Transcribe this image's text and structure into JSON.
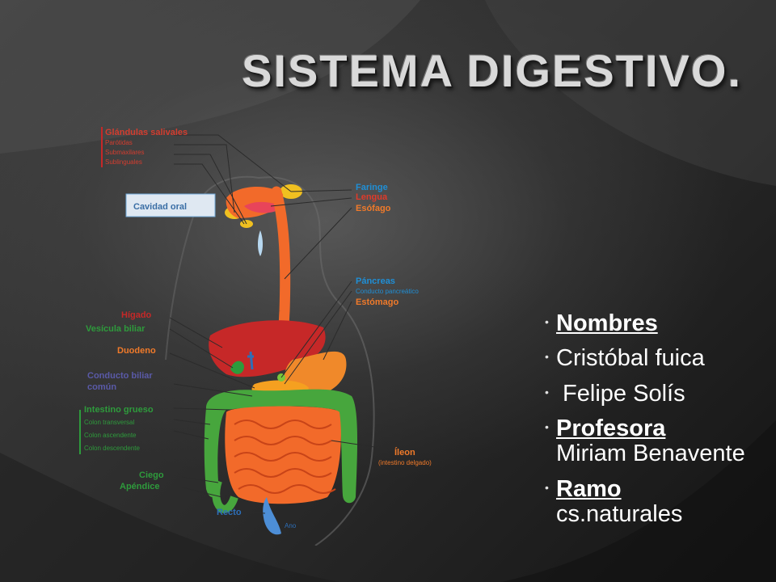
{
  "slide": {
    "title": "Sistema digestivo."
  },
  "figure": {
    "labels_left": {
      "glandulas": "Glándulas salivales",
      "parotidas": "Parótidas",
      "submaxilares": "Submaxilares",
      "sublinguales": "Sublinguales",
      "cavidad_oral": "Cavidad oral",
      "higado": "Hígado",
      "vesicula": "Vesícula biliar",
      "duodeno": "Duodeno",
      "conducto_1": "Conducto biliar",
      "conducto_2": "común",
      "intestino_grueso": "Intestino grueso",
      "colon_ascendente": "Colon transversal",
      "colon_descendente": "Colon ascendente",
      "colon_transverso": "Colon descendente",
      "ciego": "Ciego",
      "apendice": "Apéndice",
      "recto": "Recto",
      "ano": "Ano"
    },
    "labels_right": {
      "faringe": "Faringe",
      "lengua": "Lengua",
      "esofago": "Esófago",
      "pancreas": "Páncreas",
      "conducto_pancreatico": "Conducto pancreático",
      "estomago": "Estómago",
      "ileon": "Íleon",
      "ileon_sub": "(intestino delgado)"
    },
    "colors": {
      "blue": "#1f8fd6",
      "red": "#e03a2a",
      "orange": "#f07a2a",
      "green": "#3aa63a",
      "purple": "#5a5aa8"
    }
  },
  "bullets": [
    {
      "head": "Nombres",
      "sub": ""
    },
    {
      "head": "",
      "sub": "Cristóbal fuica"
    },
    {
      "head": "",
      "sub": " Felipe Solís"
    },
    {
      "head": "Profesora",
      "sub": "Miriam Benavente"
    },
    {
      "head": "Ramo",
      "sub": "cs.naturales"
    }
  ]
}
